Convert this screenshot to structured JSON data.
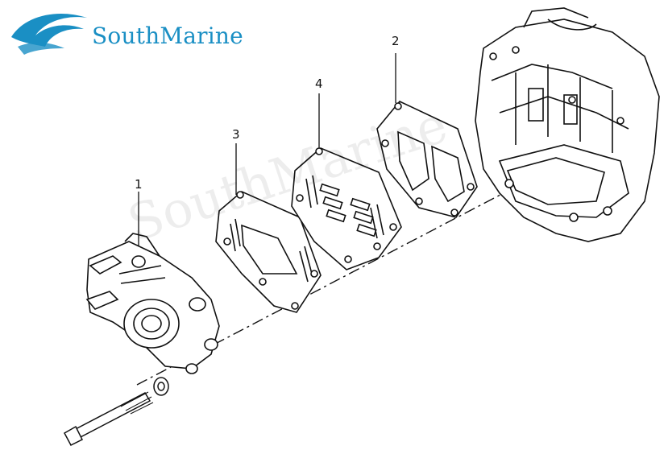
{
  "logo": {
    "brand": "SouthMarine",
    "accent_color": "#1a8fc4"
  },
  "watermark": {
    "text": "SouthMarine"
  },
  "callouts": [
    {
      "label": "1",
      "part": "carburetor-intake-manifold"
    },
    {
      "label": "2",
      "part": "gasket-engine-side"
    },
    {
      "label": "3",
      "part": "gasket-carburetor-side"
    },
    {
      "label": "4",
      "part": "reed-valve-plate"
    }
  ]
}
